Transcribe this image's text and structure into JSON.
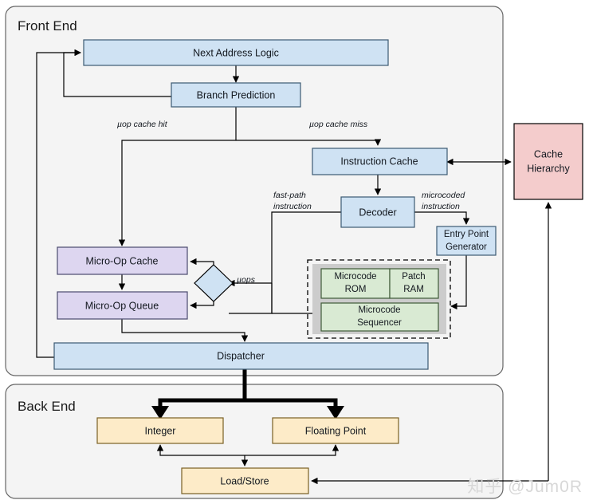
{
  "diagram": {
    "title": "CPU Front End / Back End microarchitecture block diagram",
    "groups": [
      {
        "id": "front-end",
        "label": "Front End"
      },
      {
        "id": "back-end",
        "label": "Back End"
      }
    ],
    "nodes": {
      "next_address_logic": "Next Address Logic",
      "branch_prediction": "Branch Prediction",
      "instruction_cache": "Instruction Cache",
      "decoder": "Decoder",
      "entry_point_generator_line1": "Entry Point",
      "entry_point_generator_line2": "Generator",
      "cache_hierarchy_line1": "Cache",
      "cache_hierarchy_line2": "Hierarchy",
      "microcode_rom_line1": "Microcode",
      "microcode_rom_line2": "ROM",
      "patch_ram_line1": "Patch",
      "patch_ram_line2": "RAM",
      "microcode_sequencer_line1": "Microcode",
      "microcode_sequencer_line2": "Sequencer",
      "micro_op_cache": "Micro-Op Cache",
      "micro_op_queue": "Micro-Op Queue",
      "dispatcher": "Dispatcher",
      "integer": "Integer",
      "floating_point": "Floating Point",
      "load_store": "Load/Store"
    },
    "edge_labels": {
      "uop_cache_hit": "µop cache hit",
      "uop_cache_miss": "µop cache miss",
      "fast_path_line1": "fast-path",
      "fast_path_line2": "instruction",
      "microcoded_line1": "microcoded",
      "microcoded_line2": "instruction",
      "uops": "µops"
    },
    "colors": {
      "group_fill": "#f4f4f4",
      "group_stroke": "#666666",
      "blue_fill": "#cfe2f3",
      "blue_stroke": "#3c5a73",
      "purple_fill": "#ddd6f0",
      "purple_stroke": "#4b4a6e",
      "green_fill": "#d9ead3",
      "green_stroke": "#3f5a38",
      "yellow_fill": "#fdebc8",
      "yellow_stroke": "#7a6024",
      "pink_fill": "#f4cccc",
      "pink_stroke": "#000000",
      "gray_fill": "#cccccc",
      "wire": "#000000"
    },
    "watermark": "知乎 @Jum0R"
  }
}
